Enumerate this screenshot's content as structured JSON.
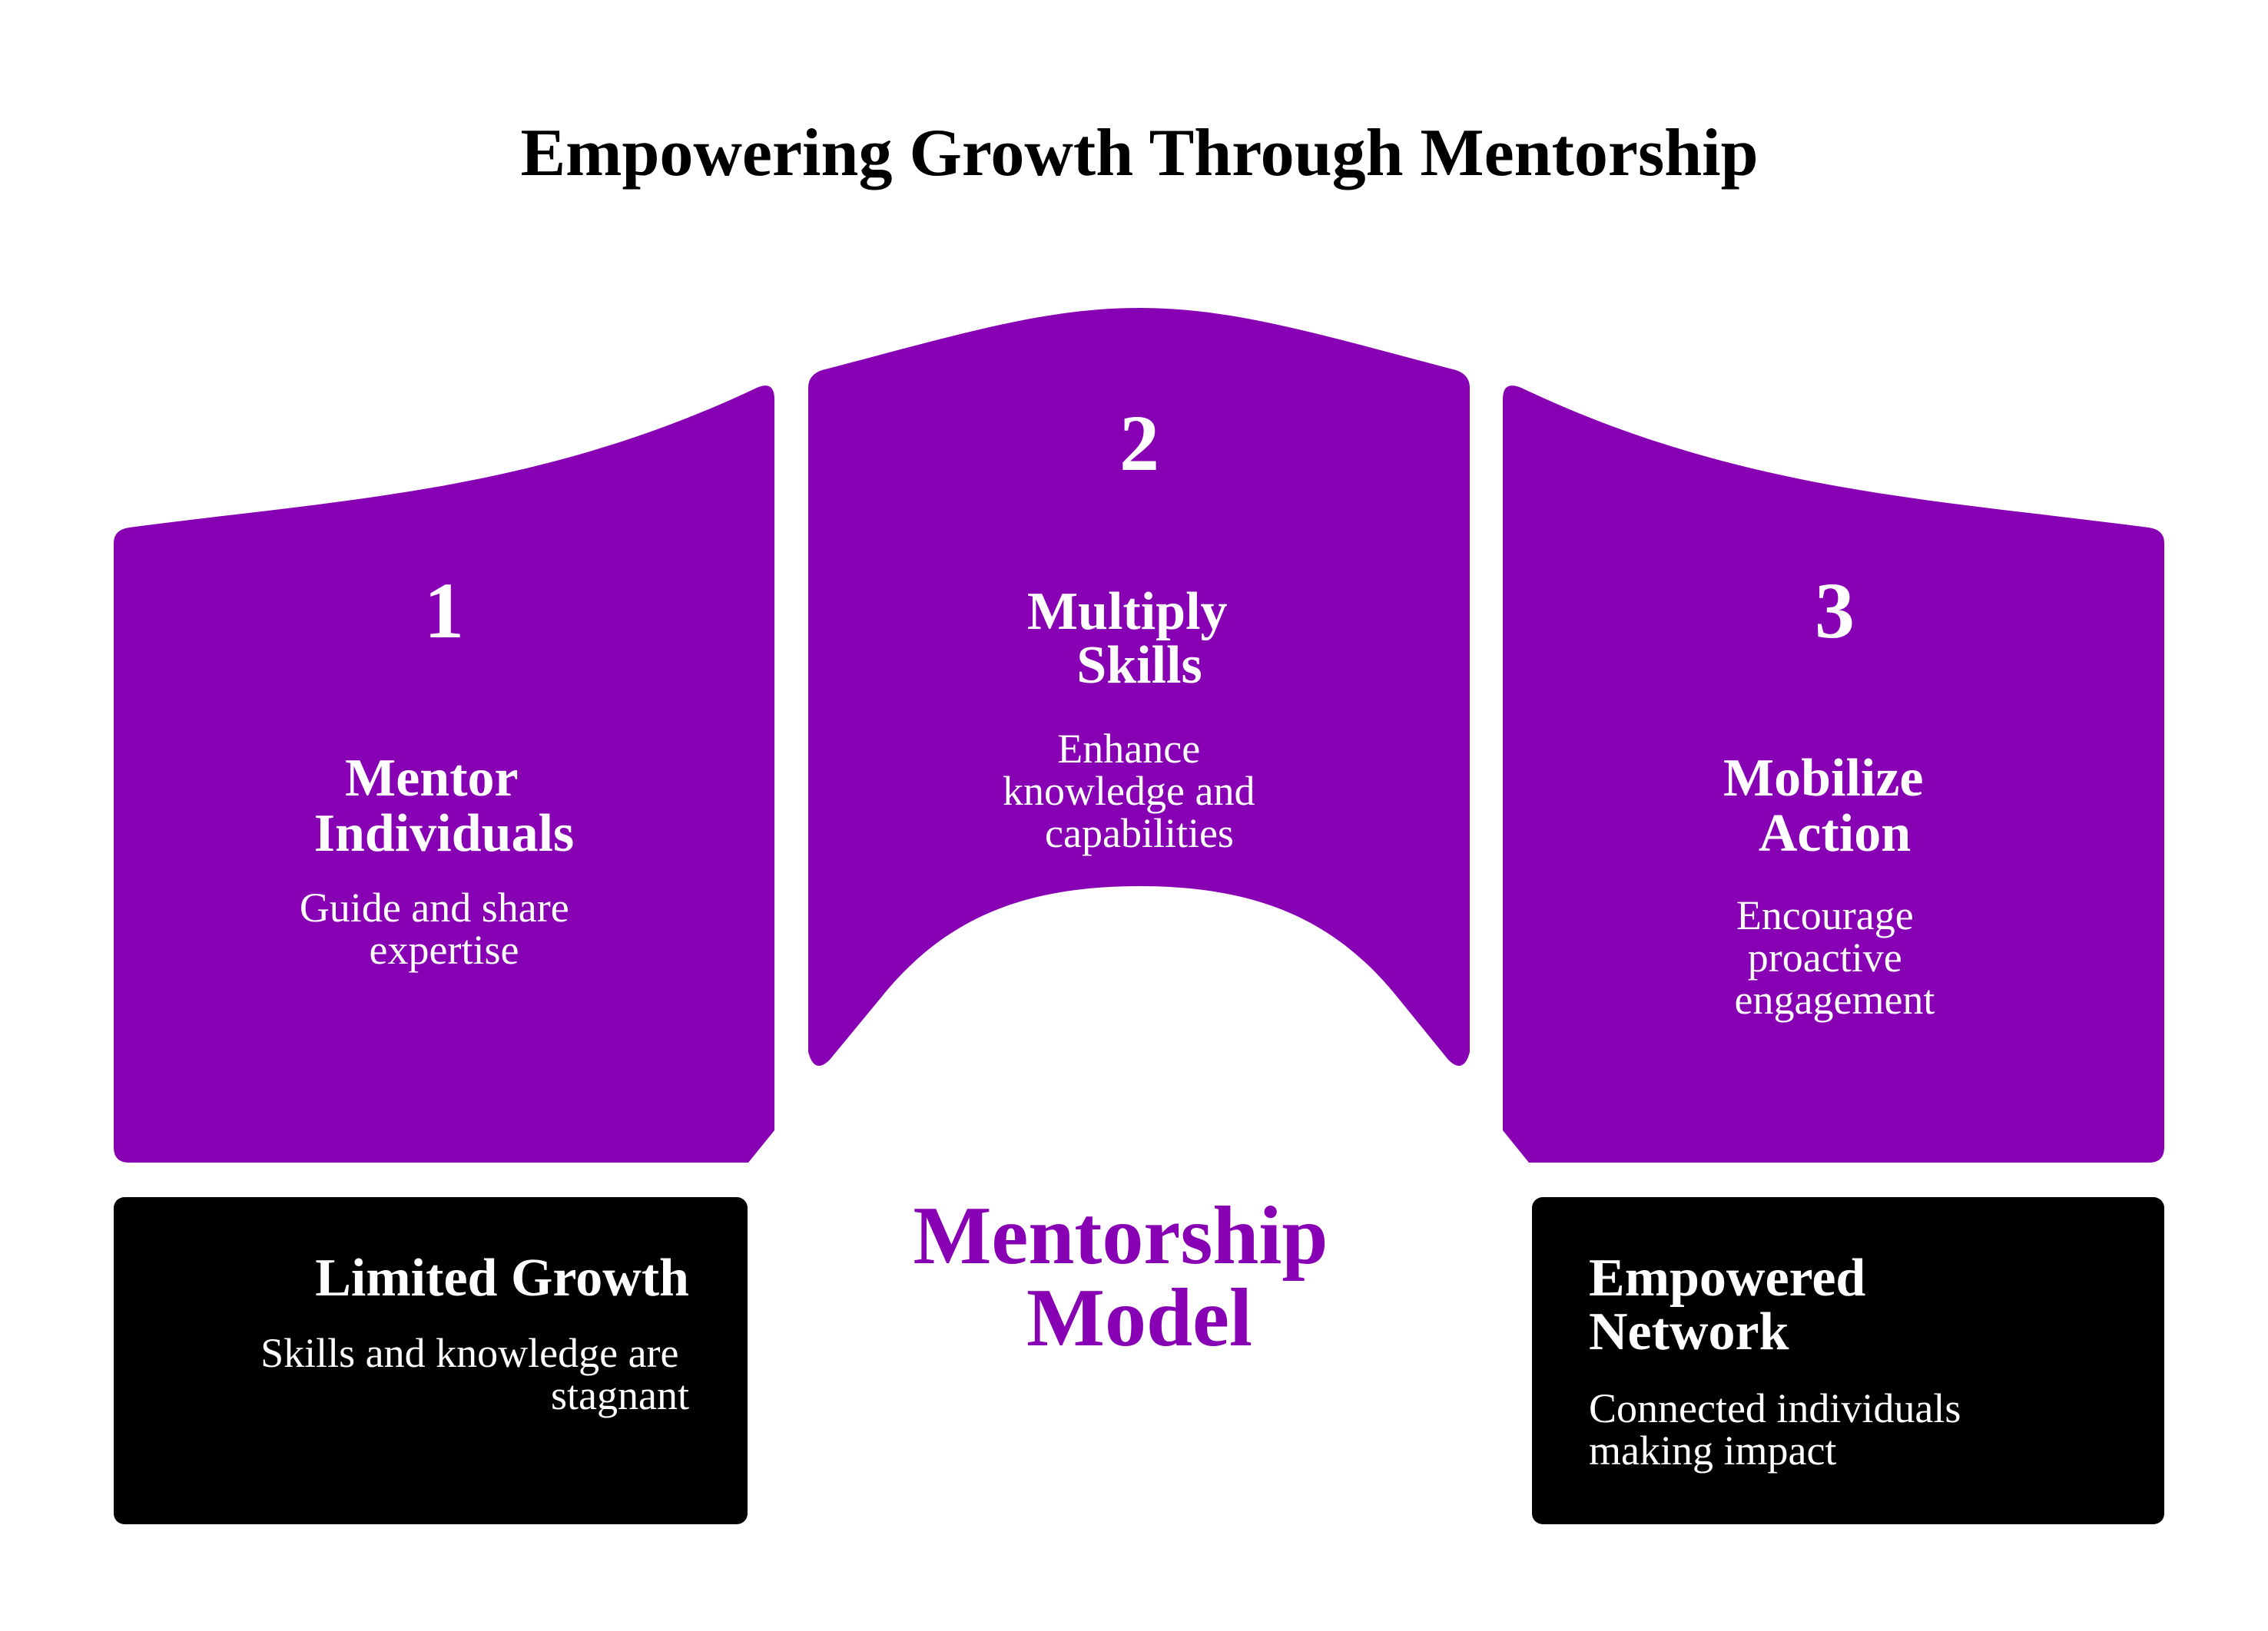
{
  "title": "Empowering Growth Through Mentorship",
  "colors": {
    "accent": "#8800B4",
    "dark": "#000000",
    "text_light": "#FFFFFF"
  },
  "steps": [
    {
      "number": "1",
      "title_lines": [
        "Mentor",
        "Individuals"
      ],
      "desc_lines": [
        "Guide and share",
        "expertise"
      ]
    },
    {
      "number": "2",
      "title_lines": [
        "Multiply",
        "Skills"
      ],
      "desc_lines": [
        "Enhance",
        "knowledge and",
        "capabilities"
      ]
    },
    {
      "number": "3",
      "title_lines": [
        "Mobilize",
        "Action"
      ],
      "desc_lines": [
        "Encourage",
        "proactive",
        "engagement"
      ]
    }
  ],
  "center_label": [
    "Mentorship",
    "Model"
  ],
  "before": {
    "title": "Limited Growth",
    "desc_lines": [
      "Skills and knowledge are",
      "stagnant"
    ]
  },
  "after": {
    "title_lines": [
      "Empowered",
      "Network"
    ],
    "desc_lines": [
      "Connected individuals",
      "making impact"
    ]
  }
}
